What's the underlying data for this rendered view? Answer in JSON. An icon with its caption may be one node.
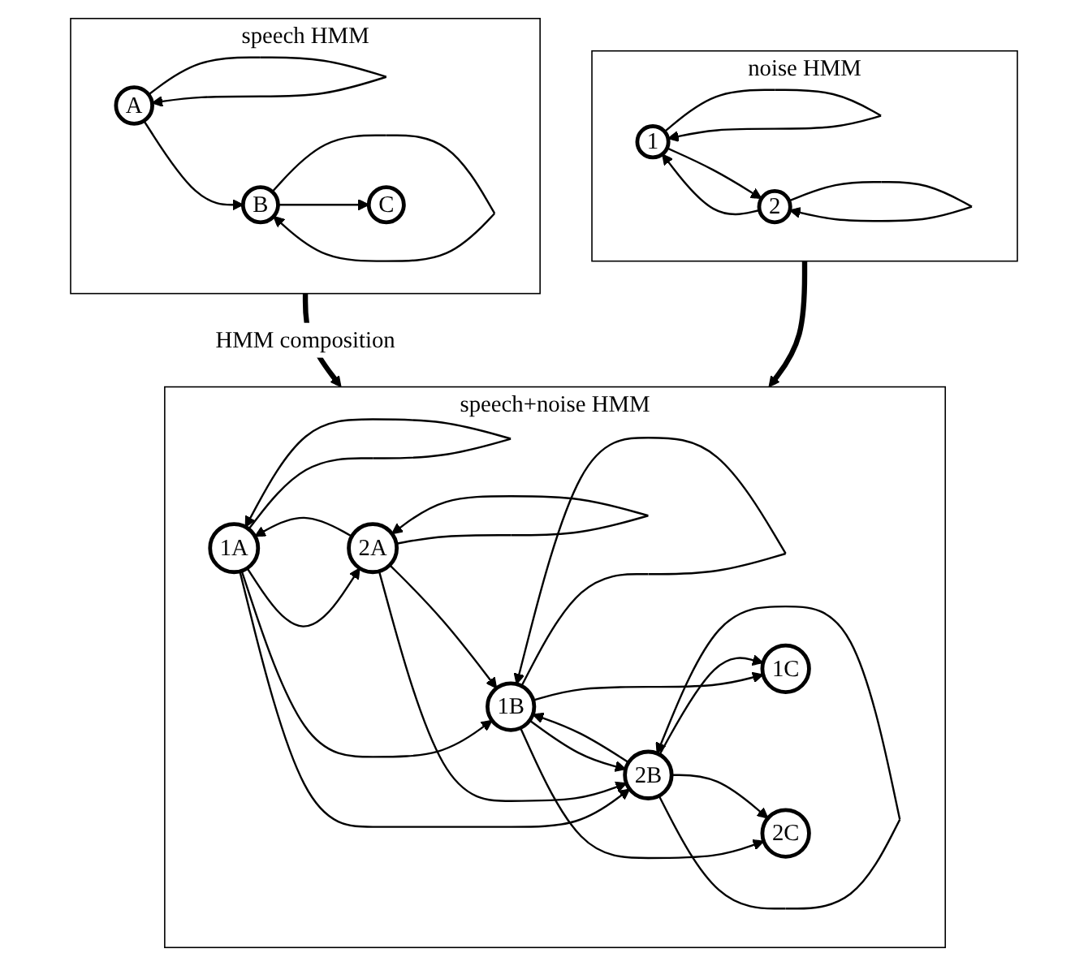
{
  "diagram": {
    "nodes": [
      {
        "text": [
          "speech HMM"
        ]
      },
      {
        "text": [
          "A"
        ],
        "in": 0
      },
      {
        "text": [
          "B"
        ],
        "in": 0
      },
      {
        "text": [
          "C"
        ],
        "in": 0
      },
      {
        "text": [
          "noise HMM"
        ]
      },
      {
        "text": [
          "1"
        ],
        "in": 4
      },
      {
        "text": [
          "2"
        ],
        "in": 4
      },
      {
        "text": [
          "speech+noise HMM"
        ]
      },
      {
        "text": [
          "1A"
        ],
        "in": 7
      },
      {
        "text": [
          "1B"
        ],
        "in": 7
      },
      {
        "text": [
          "1C"
        ],
        "in": 7
      },
      {
        "text": [
          "2A"
        ],
        "in": 7
      },
      {
        "text": [
          "2B"
        ],
        "in": 7
      },
      {
        "text": [
          "2C"
        ],
        "in": 7
      }
    ],
    "edges": [
      {
        "from": 1,
        "to": 1,
        "arrow": "to"
      },
      {
        "from": 2,
        "to": 2,
        "arrow": "to"
      },
      {
        "from": 1,
        "to": 2,
        "arrow": "to"
      },
      {
        "from": 2,
        "to": 3,
        "arrow": "to"
      },
      {
        "from": 5,
        "to": 5,
        "arrow": "to"
      },
      {
        "from": 6,
        "to": 6,
        "arrow": "to"
      },
      {
        "from": 5,
        "to": 6,
        "arrow": "to"
      },
      {
        "from": 6,
        "to": 5,
        "arrow": "to"
      },
      {
        "from": 0,
        "to": 7,
        "arrow": "to",
        "label": "HMM composition",
        "style": "thick"
      },
      {
        "from": 4,
        "to": 7,
        "arrow": "to",
        "style": "thick"
      },
      {
        "from": 8,
        "to": 8,
        "arrow": "to"
      },
      {
        "from": 9,
        "to": 9,
        "arrow": "to"
      },
      {
        "from": 11,
        "to": 11,
        "arrow": "to"
      },
      {
        "from": 12,
        "to": 12,
        "arrow": "to"
      },
      {
        "from": 8,
        "to": 9,
        "arrow": "to"
      },
      {
        "from": 8,
        "to": 12,
        "arrow": "to"
      },
      {
        "from": 8,
        "to": 11,
        "arrow": "to"
      },
      {
        "from": 11,
        "to": 8,
        "arrow": "to"
      },
      {
        "from": 11,
        "to": 9,
        "arrow": "to"
      },
      {
        "from": 11,
        "to": 12,
        "arrow": "to"
      },
      {
        "from": 9,
        "to": 10,
        "arrow": "to"
      },
      {
        "from": 9,
        "to": 13,
        "arrow": "to"
      },
      {
        "from": 9,
        "to": 12,
        "arrow": "to"
      },
      {
        "from": 12,
        "to": 9,
        "arrow": "to"
      },
      {
        "from": 12,
        "to": 10,
        "arrow": "to"
      },
      {
        "from": 12,
        "to": 13,
        "arrow": "to"
      }
    ]
  }
}
